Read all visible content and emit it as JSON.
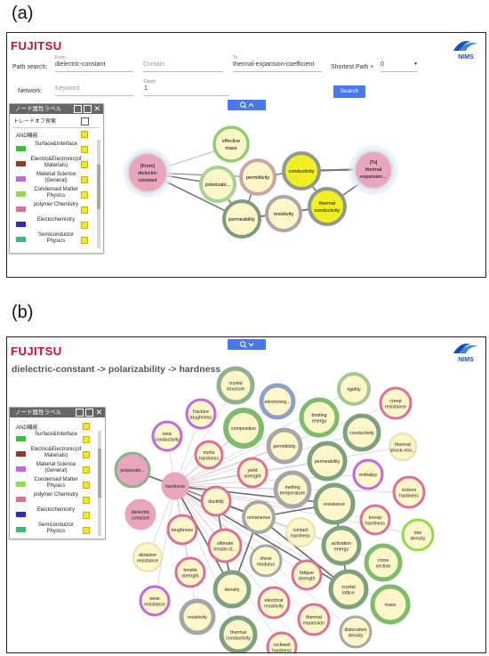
{
  "panel_a": {
    "tag": "(a)",
    "logo": "FUJITSU",
    "nims": "NIMS",
    "path_search_label": "Path search:",
    "from_label": "From",
    "from_value": "dielectric-constant",
    "contain_placeholder": "Contain",
    "to_label": "To",
    "to_value": "thermal-expansion-coefficient",
    "shortest_label": "Shortest Path +",
    "shortest_value": "0",
    "network_label": "Network:",
    "keyword_placeholder": "Keyword",
    "depth_label": "Depth",
    "depth_value": "1",
    "search_button": "Search",
    "panel_title": "ノード属性ラベル",
    "tradeoff_label": "トレードオフ探索",
    "and_label": "AND機能",
    "legend": [
      {
        "label": "Surface&Interface",
        "color": "#3bbf3b"
      },
      {
        "label": "Electric&Electronic(of Materials)",
        "color": "#8b3a2b"
      },
      {
        "label": "Material Science (General)",
        "color": "#c06ad8"
      },
      {
        "label": "Condensed Matter Physics",
        "color": "#96d84a"
      },
      {
        "label": "polymer Chemistry",
        "color": "#d97098"
      },
      {
        "label": "Electochemistry",
        "color": "#2b2bbf"
      },
      {
        "label": "Semiconductor Physics",
        "color": "#3bb87a"
      }
    ],
    "nodes": {
      "from": "[From] dielectric constant",
      "to": "[To] thermal expansion...",
      "effective_mass": "effective mass",
      "polarizability": "polarizabi...",
      "permittivity": "permittivity",
      "conductivity": "conductivity",
      "permeability": "permeability",
      "resistivity": "resistivity",
      "thermal_conductivity": "thermal conductivity"
    }
  },
  "panel_b": {
    "tag": "(b)",
    "logo": "FUJITSU",
    "nims": "NIMS",
    "path_title": "dielectric-constant  -> polarizability  -> hardness",
    "panel_title": "ノード属性ラベル",
    "and_label": "AND機能",
    "legend": [
      {
        "label": "Surface&Interface",
        "color": "#3bbf3b"
      },
      {
        "label": "Electric&Electronic(of Materials)",
        "color": "#8b3a2b"
      },
      {
        "label": "Material Science (General)",
        "color": "#c06ad8"
      },
      {
        "label": "Condensed Matter Physics",
        "color": "#96d84a"
      },
      {
        "label": "polymer Chemistry",
        "color": "#d97098"
      },
      {
        "label": "Electochemistry",
        "color": "#2b2bbf"
      },
      {
        "label": "Semiconductor Physics",
        "color": "#3bb87a"
      }
    ],
    "nodes": {
      "crystal_structure": "crystal structure",
      "electroneg": "electroneg...",
      "rigidity": "rigidity",
      "creep_resistance": "creep resistance",
      "fracture_toughness": "fracture toughness",
      "composition": "composition",
      "binding_energy": "binding energy",
      "conductivity": "conductivity",
      "ionic_conductivity": "ionic conductivity",
      "permittivity": "permittivity",
      "thermal_shock": "thermal shock-resi...",
      "mohs_hardness": "mohs hardness",
      "permeability": "permeability",
      "polarizability": "polarizabi...",
      "hardness": "hardness",
      "yield_strength": "yield strength",
      "enthalpy": "enthalpy",
      "ductility": "ductility",
      "melting_temperature": "melting temperature",
      "vickers_hardness": "vickers hardness",
      "dielectric_constant": "dielectric constant",
      "resistance": "resistance",
      "remanence": "remanence",
      "knoop_hardness": "knoop hardness",
      "toughness": "toughness",
      "contact_hardness": "contact hardness",
      "low_density": "low density",
      "ultimate_tensile": "ultimate tensile-st...",
      "activation_energy": "activation energy",
      "abrasion_resistance": "abrasion resistance",
      "shear_modulus": "shear modulus",
      "cross_section": "cross section",
      "tensile_strength": "tensile strength",
      "fatigue_strength": "fatigue strength",
      "density": "density",
      "crystal_lattice": "crystal lattice",
      "wear_resistance": "wear resistance",
      "electrical_resistivity": "electrical resistivity",
      "mass": "mass",
      "resistivity": "resistivity",
      "thermal_expansion": "thermal expansion",
      "thermal_conductivity": "thermal conductivity",
      "dislocation_density": "dislocation density",
      "rockwell_hardness": "rockwell hardness"
    }
  }
}
